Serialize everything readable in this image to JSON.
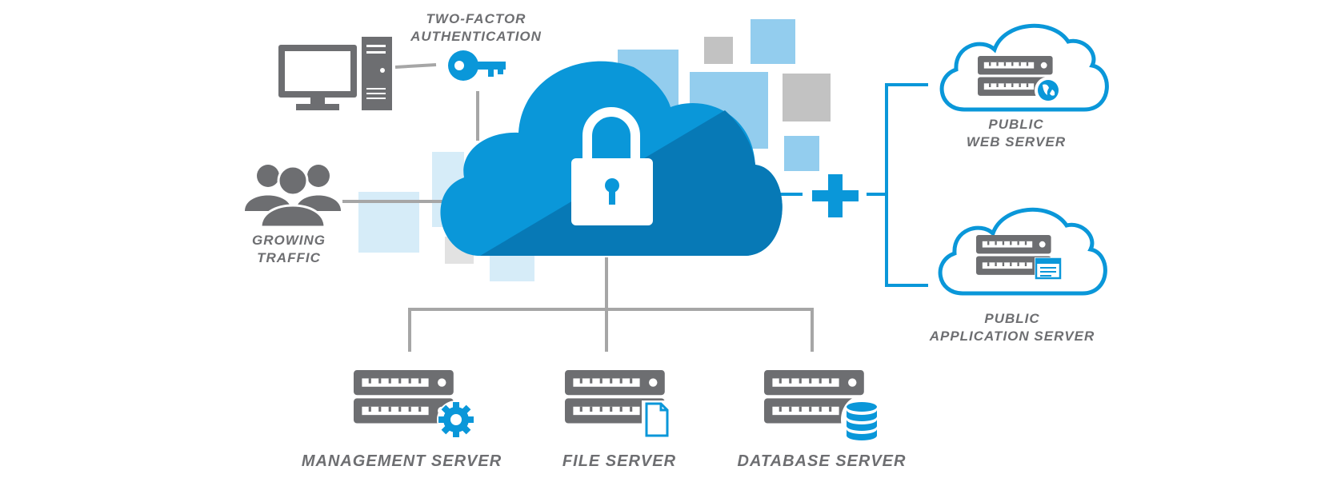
{
  "colors": {
    "blue": "#0a97d9",
    "blue_dark": "#0779b6",
    "blue_light": "#93cdee",
    "blue_pale": "#d6ecf8",
    "gray": "#6d6e71",
    "gray_light": "#c2c2c2",
    "line": "#a6a6a6"
  },
  "labels": {
    "two_factor_line1": "TWO-FACTOR",
    "two_factor_line2": "AUTHENTICATION",
    "traffic_line1": "GROWING",
    "traffic_line2": "TRAFFIC",
    "web_server_line1": "PUBLIC",
    "web_server_line2": "WEB SERVER",
    "app_server_line1": "PUBLIC",
    "app_server_line2": "APPLICATION SERVER",
    "management_server": "MANAGEMENT SERVER",
    "file_server": "FILE SERVER",
    "database_server": "DATABASE SERVER"
  },
  "icons": {
    "workstation": "desktop-computer-icon",
    "key": "key-icon",
    "users": "users-icon",
    "cloud": "cloud-lock-icon",
    "plus": "plus-icon",
    "web": "globe-icon",
    "app": "window-icon",
    "gear": "gear-icon",
    "file": "document-icon",
    "database": "database-icon"
  }
}
